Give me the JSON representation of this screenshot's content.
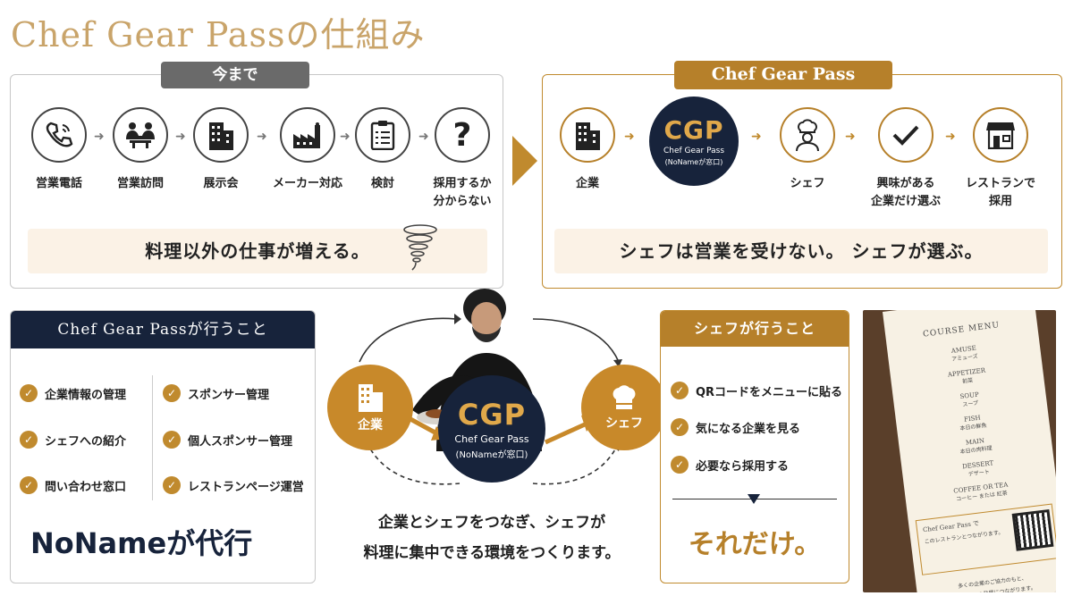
{
  "title": "Chef Gear Passの仕組み",
  "before": {
    "header": "今まで",
    "steps": [
      "営業電話",
      "営業訪問",
      "展示会",
      "メーカー対応",
      "検討",
      "採用するか\n分からない"
    ],
    "banner": "料理以外の仕事が増える。"
  },
  "after": {
    "header": "Chef Gear Pass",
    "steps": [
      "企業",
      "",
      "シェフ",
      "興味がある\n企業だけ選ぶ",
      "レストランで\n採用"
    ],
    "banner": "シェフは営業を受けない。 シェフが選ぶ。"
  },
  "cgp": {
    "logo": "CGP",
    "name": "Chef Gear Pass",
    "sub": "(NoNameが窓口)"
  },
  "cgp_tasks": {
    "header": "Chef Gear Passが行うこと",
    "left": [
      "企業情報の管理",
      "シェフへの紹介",
      "問い合わせ窓口"
    ],
    "right": [
      "スポンサー管理",
      "個人スポンサー管理",
      "レストランページ運営"
    ],
    "footer": "NoNameが代行"
  },
  "center": {
    "company": "企業",
    "chef": "シェフ",
    "caption1": "企業とシェフをつなぎ、シェフが",
    "caption2": "料理に集中できる環境をつくります。"
  },
  "chef_tasks": {
    "header": "シェフが行うこと",
    "items": [
      "QRコードをメニューに貼る",
      "気になる企業を見る",
      "必要なら採用する"
    ],
    "footer": "それだけ。"
  },
  "menu": {
    "title": "COURSE MENU",
    "courses": [
      [
        "AMUSE",
        "アミューズ"
      ],
      [
        "APPETIZER",
        "前菜"
      ],
      [
        "SOUP",
        "スープ"
      ],
      [
        "FISH",
        "本日の鮮魚"
      ],
      [
        "MAIN",
        "本日の肉料理"
      ],
      [
        "DESSERT",
        "デザート"
      ],
      [
        "COFFEE OR TEA",
        "コーヒー または 紅茶"
      ]
    ],
    "qr1": "Chef Gear Pass で",
    "qr2": "このレストランとつながります。",
    "note1": "多くの企業のご協力のもと、",
    "note2": "レストランの発展につながります。"
  },
  "colors": {
    "gold": "#b6802a",
    "navy": "#17233b",
    "gray": "#6a6a6a"
  }
}
